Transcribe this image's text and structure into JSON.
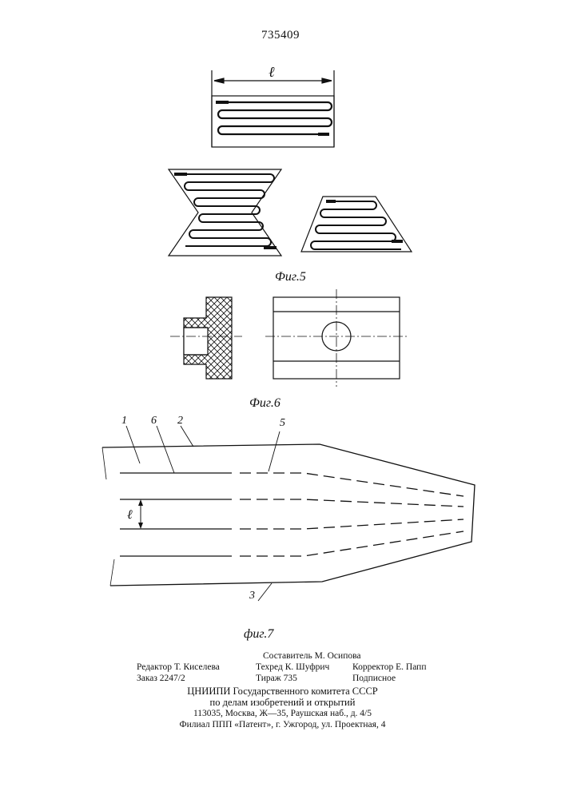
{
  "header": {
    "patent_number": "735409"
  },
  "figures": {
    "fig5": {
      "caption": "Фиг.5",
      "dimension_label": "ℓ"
    },
    "fig6": {
      "caption": "Фиг.6"
    },
    "fig7": {
      "caption": "фиг.7",
      "dimension_label": "ℓ",
      "ref_1": "1",
      "ref_2": "2",
      "ref_3": "3",
      "ref_5": "5",
      "ref_6": "6"
    }
  },
  "imprint": {
    "composer": "Составитель М. Осипова",
    "editor": "Редактор Т. Киселева",
    "tech_editor": "Техред К. Шуфрич",
    "corrector": "Корректор Е. Папп",
    "order": "Заказ 2247/2",
    "circulation": "Тираж 735",
    "subscription": "Подписное",
    "org_line1": "ЦНИИПИ Государственного комитета СССР",
    "org_line2": "по делам изобретений и открытий",
    "address": "113035, Москва, Ж—35, Раушская наб., д. 4/5",
    "branch": "Филиал ППП «Патент», г. Ужгород, ул. Проектная, 4"
  }
}
